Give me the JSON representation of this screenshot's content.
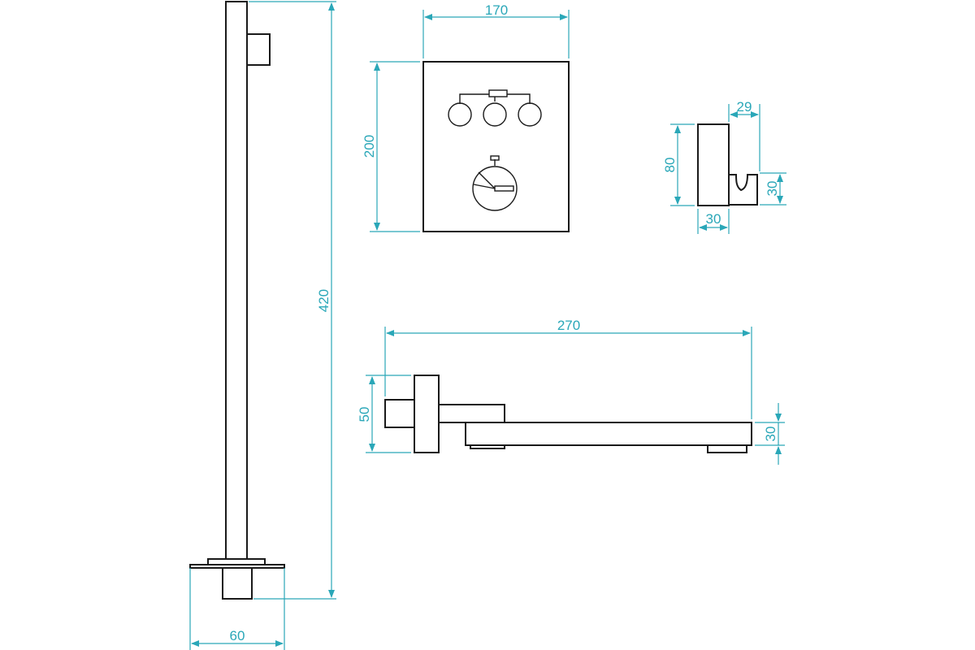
{
  "drawing": {
    "colors": {
      "line": "#1a1a1a",
      "dimension": "#2aa7b8",
      "background": "#ffffff"
    },
    "parts": [
      {
        "id": "shower-riser",
        "dimensions": {
          "height": "420",
          "base_width": "60"
        }
      },
      {
        "id": "mixer-panel",
        "dimensions": {
          "width": "170",
          "height": "200"
        }
      },
      {
        "id": "wall-holder",
        "dimensions": {
          "height": "80",
          "depth_top": "29",
          "depth_bottom": "30",
          "hook_height": "30"
        }
      },
      {
        "id": "spout",
        "dimensions": {
          "length": "270",
          "flange_height": "50",
          "arm_height": "30"
        }
      }
    ]
  }
}
